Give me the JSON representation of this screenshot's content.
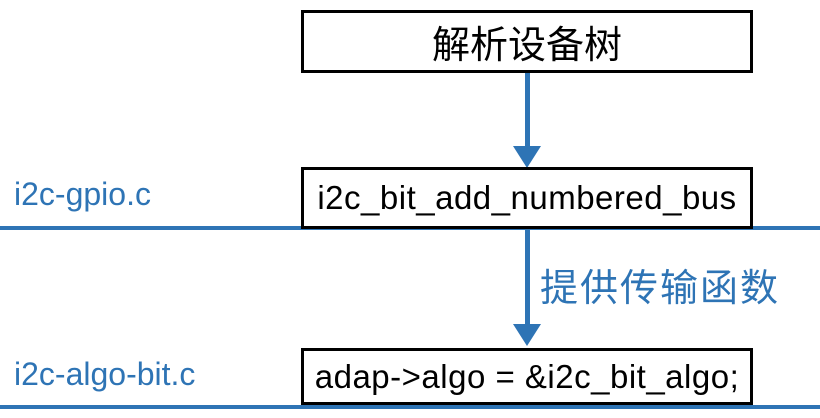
{
  "colors": {
    "accent": "#2E74B5",
    "box_border": "#000000",
    "box_fill": "#FFFFFF",
    "text": "#000000",
    "page_bg": "#FFFFFF"
  },
  "diagram": {
    "nodes": [
      {
        "id": "parse-device-tree",
        "label": "解析设备树"
      },
      {
        "id": "i2c-bit-add-numbered-bus",
        "label": "i2c_bit_add_numbered_bus"
      },
      {
        "id": "adap-algo-assignment",
        "label": "adap->algo = &i2c_bit_algo;"
      }
    ],
    "edges": [
      {
        "from": "parse-device-tree",
        "to": "i2c-bit-add-numbered-bus",
        "label": ""
      },
      {
        "from": "i2c-bit-add-numbered-bus",
        "to": "adap-algo-assignment",
        "label": "提供传输函数"
      }
    ],
    "file_sections": [
      {
        "id": "i2c-gpio",
        "label": "i2c-gpio.c"
      },
      {
        "id": "i2c-algo-bit",
        "label": "i2c-algo-bit.c"
      }
    ]
  }
}
